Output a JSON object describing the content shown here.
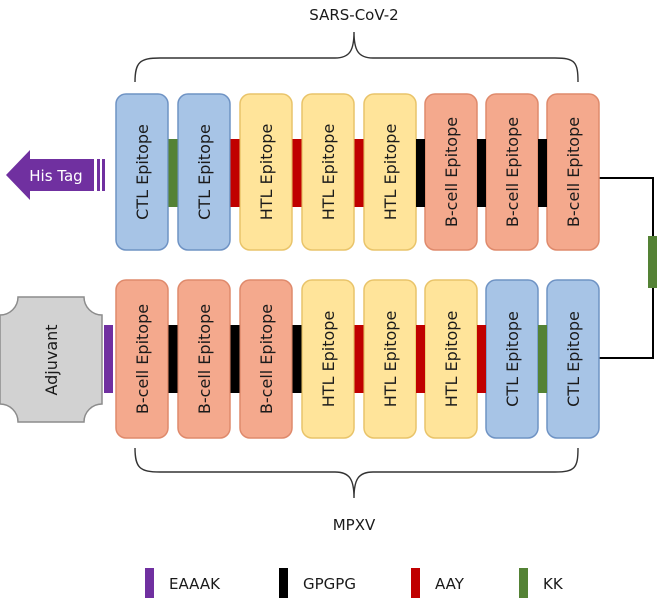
{
  "top_group": {
    "label": "SARS-CoV-2",
    "blocks": [
      {
        "label": "CTL Epitope",
        "kind": "ctl"
      },
      {
        "label": "CTL Epitope",
        "kind": "ctl"
      },
      {
        "label": "HTL Epitope",
        "kind": "htl"
      },
      {
        "label": "HTL Epitope",
        "kind": "htl"
      },
      {
        "label": "HTL Epitope",
        "kind": "htl"
      },
      {
        "label": "B-cell Epitope",
        "kind": "bcell"
      },
      {
        "label": "B-cell Epitope",
        "kind": "bcell"
      },
      {
        "label": "B-cell Epitope",
        "kind": "bcell"
      }
    ],
    "linkers": [
      "KK",
      "AAY",
      "AAY",
      "AAY",
      "GPGPG",
      "GPGPG",
      "GPGPG"
    ]
  },
  "bottom_group": {
    "label": "MPXV",
    "blocks": [
      {
        "label": "B-cell Epitope",
        "kind": "bcell"
      },
      {
        "label": "B-cell Epitope",
        "kind": "bcell"
      },
      {
        "label": "B-cell Epitope",
        "kind": "bcell"
      },
      {
        "label": "HTL Epitope",
        "kind": "htl"
      },
      {
        "label": "HTL Epitope",
        "kind": "htl"
      },
      {
        "label": "HTL Epitope",
        "kind": "htl"
      },
      {
        "label": "CTL Epitope",
        "kind": "ctl"
      },
      {
        "label": "CTL Epitope",
        "kind": "ctl"
      }
    ],
    "linkers": [
      "GPGPG",
      "GPGPG",
      "GPGPG",
      "AAY",
      "AAY",
      "AAY",
      "KK"
    ]
  },
  "his_tag": {
    "label": "His Tag",
    "color": "#7030a0"
  },
  "adjuvant": {
    "label": "Adjuvant",
    "linker": "EAAAK"
  },
  "connector_linker": "KK",
  "legend": [
    {
      "name": "EAAAK",
      "color": "#7030a0"
    },
    {
      "name": "GPGPG",
      "color": "#000000"
    },
    {
      "name": "AAY",
      "color": "#c00000"
    },
    {
      "name": "KK",
      "color": "#548235"
    }
  ],
  "colors": {
    "ctl_fill": "#a7c4e6",
    "ctl_stroke": "#6f93c4",
    "htl_fill": "#ffe49a",
    "htl_stroke": "#e9c46a",
    "bcell_fill": "#f4a98d",
    "bcell_stroke": "#df8a6c",
    "adjuvant_fill": "#d2d2d2",
    "adjuvant_stroke": "#8c8c8c"
  }
}
